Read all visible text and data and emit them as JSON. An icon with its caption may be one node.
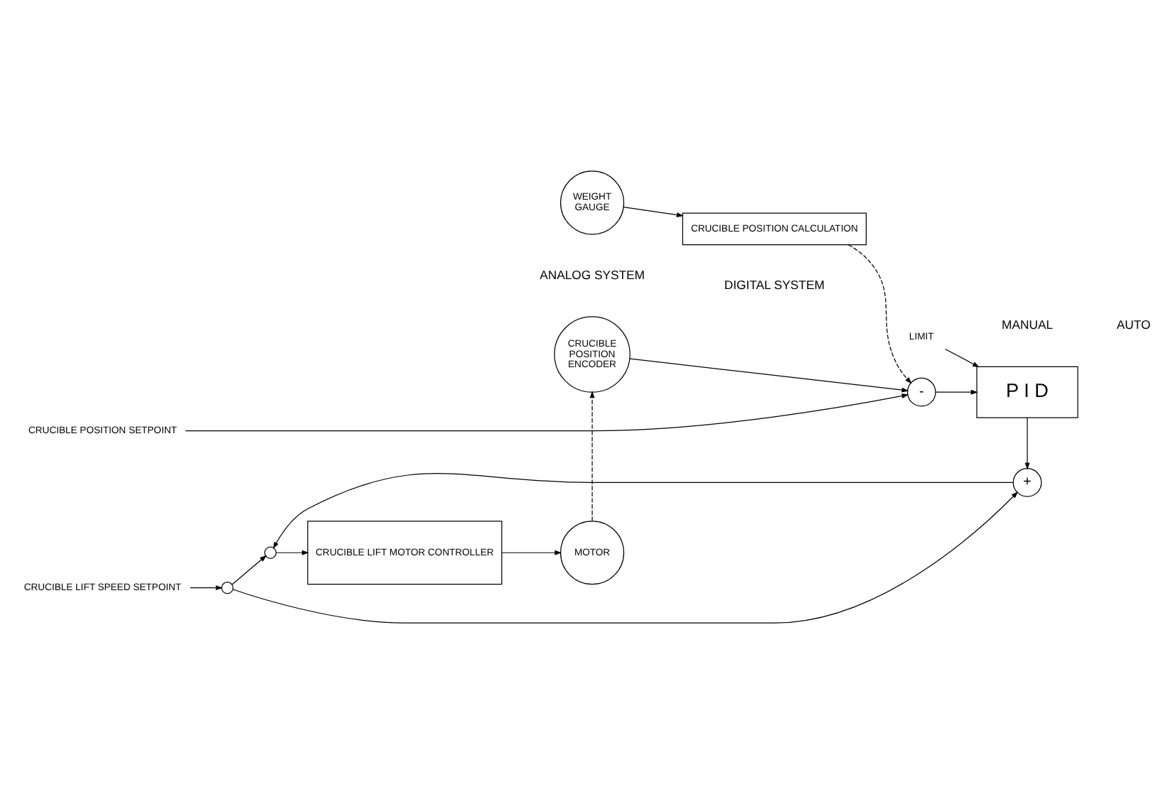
{
  "diagram": {
    "nodes": [
      {
        "text": [
          "CRUCIBLE LIFT SPEED SETPOINT"
        ]
      },
      {
        "text": [],
        "shape": "switch"
      },
      {
        "text": [],
        "shape": "switch"
      },
      {
        "text": [
          "+"
        ]
      },
      {
        "text": [
          "CRUCIBLE LIFT MOTOR CONTROLLER"
        ]
      },
      {
        "text": [
          "MOTOR"
        ]
      },
      {
        "text": [
          "LIMIT"
        ]
      },
      {
        "text": [
          "CRUCIBLE POSITION SETPOINT"
        ]
      },
      {
        "text": [
          "-"
        ]
      },
      {
        "text": [
          "P I D"
        ]
      },
      {
        "text": [
          "CRUCIBLE POSITION ENCODER"
        ]
      },
      {
        "text": [
          "CRUCIBLE POSITION CALCULATION"
        ]
      },
      {
        "text": [
          "WEIGHT GAUGE"
        ]
      }
    ],
    "edges": [
      {
        "from": 0,
        "to": 1,
        "arrow": "to"
      },
      {
        "from": 1,
        "to": 2,
        "arrow": "to"
      },
      {
        "from": 1,
        "to": 3,
        "arrow": "to"
      },
      {
        "from": 3,
        "to": 2,
        "arrow": "to"
      },
      {
        "from": 2,
        "to": 4,
        "arrow": "to"
      },
      {
        "from": 4,
        "to": 5,
        "arrow": "to"
      },
      {
        "from": 5,
        "to": 10,
        "arrow": "to",
        "style": "dashed"
      },
      {
        "from": 6,
        "to": 9,
        "arrow": "to"
      },
      {
        "from": 7,
        "to": 8,
        "arrow": "to"
      },
      {
        "from": 9,
        "to": 3,
        "arrow": "to"
      },
      {
        "from": 8,
        "to": 9,
        "arrow": "to"
      },
      {
        "from": 10,
        "to": 8,
        "arrow": "to"
      },
      {
        "from": 12,
        "to": 11,
        "arrow": "to"
      },
      {
        "from": 11,
        "to": 8,
        "arrow": "to",
        "style": "dashed"
      }
    ],
    "labels": [
      "MANUAL",
      "AUTO",
      "DIGITAL SYSTEM",
      "ANALOG SYSTEM"
    ]
  }
}
